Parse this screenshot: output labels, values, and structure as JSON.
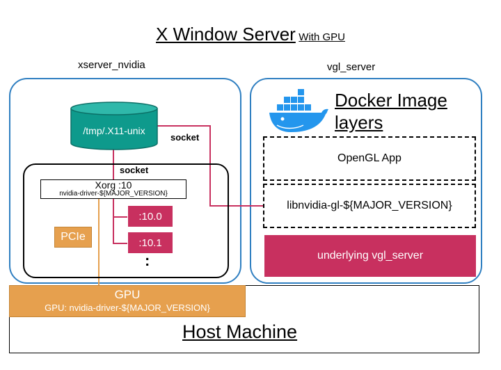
{
  "title": {
    "main": "X Window Server",
    "sub": "With GPU"
  },
  "left_container": {
    "label": "xserver_nvidia"
  },
  "right_container": {
    "label": "vgl_server"
  },
  "cylinder": {
    "label": "/tmp/.X11-unix"
  },
  "socket_labels": {
    "top": "socket",
    "inner": "socket"
  },
  "xorg": {
    "line1": "Xorg :10",
    "line2": "nvidia-driver-${MAJOR_VERSION}"
  },
  "displays": [
    ":10.0",
    ":10.1",
    ":"
  ],
  "pcie": {
    "label": "PCIe"
  },
  "gpu": {
    "title": "GPU",
    "subtitle": "GPU: nvidia-driver-${MAJOR_VERSION}"
  },
  "host": {
    "label": "Host Machine"
  },
  "docker": {
    "line1": "Docker Image",
    "line2": "layers",
    "icon": "docker-whale-icon"
  },
  "layers": {
    "opengl": "OpenGL App",
    "libnvidia": "libnvidia-gl-${MAJOR_VERSION}",
    "underlying": "underlying vgl_server"
  },
  "colors": {
    "container_border": "#2f7fc1",
    "cylinder": "#0e9a8c",
    "socket_line": "#c8305f",
    "display_box": "#c8305f",
    "pcie": "#e6a04e",
    "gpu": "#e6a04e",
    "docker_blue": "#2496ed"
  }
}
